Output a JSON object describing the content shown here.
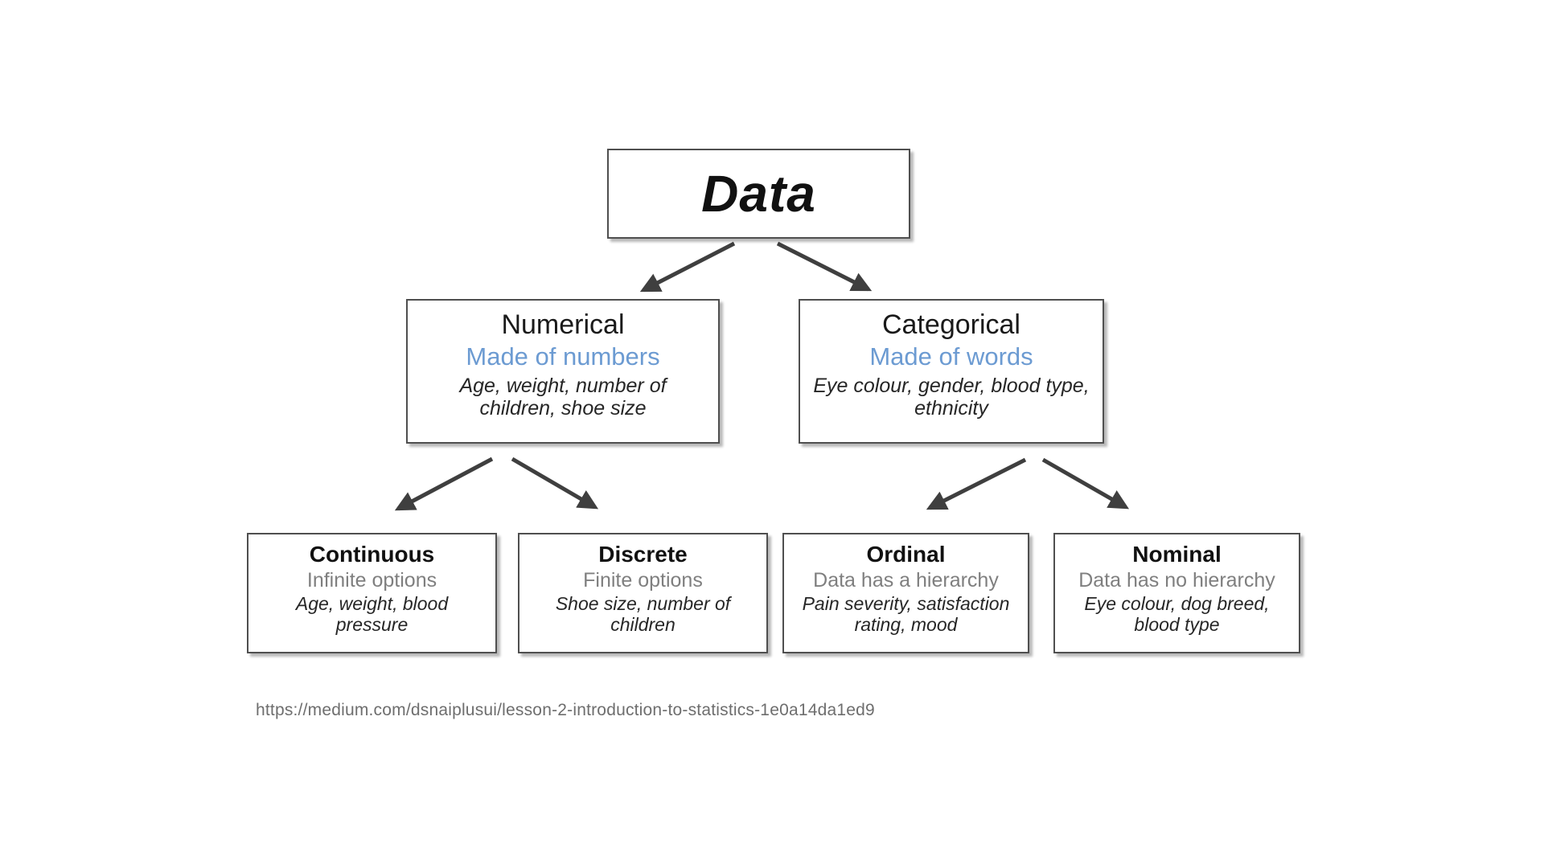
{
  "diagram": {
    "root": {
      "title": "Data"
    },
    "level1": [
      {
        "id": "numerical",
        "title": "Numerical",
        "subtitle": "Made of numbers",
        "examples": [
          "Age, weight, number of",
          "children, shoe size"
        ]
      },
      {
        "id": "categorical",
        "title": "Categorical",
        "subtitle": "Made of words",
        "examples": [
          "Eye colour, gender, blood type,",
          "ethnicity"
        ]
      }
    ],
    "level2": [
      {
        "id": "continuous",
        "title": "Continuous",
        "subtitle": "Infinite options",
        "examples": [
          "Age, weight, blood",
          "pressure"
        ]
      },
      {
        "id": "discrete",
        "title": "Discrete",
        "subtitle": "Finite options",
        "examples": [
          "Shoe size, number of",
          "children"
        ]
      },
      {
        "id": "ordinal",
        "title": "Ordinal",
        "subtitle": "Data has a hierarchy",
        "examples": [
          "Pain severity, satisfaction",
          "rating, mood"
        ]
      },
      {
        "id": "nominal",
        "title": "Nominal",
        "subtitle": "Data has no hierarchy",
        "examples": [
          "Eye colour, dog breed,",
          "blood type"
        ]
      }
    ],
    "colors": {
      "subtitle_blue": "#6C9BD2",
      "subtitle_gray": "#7f7f7f",
      "arrow": "#3f3f3f",
      "border": "#4f4f4f"
    }
  },
  "source_url": "https://medium.com/dsnaiplusui/lesson-2-introduction-to-statistics-1e0a14da1ed9"
}
